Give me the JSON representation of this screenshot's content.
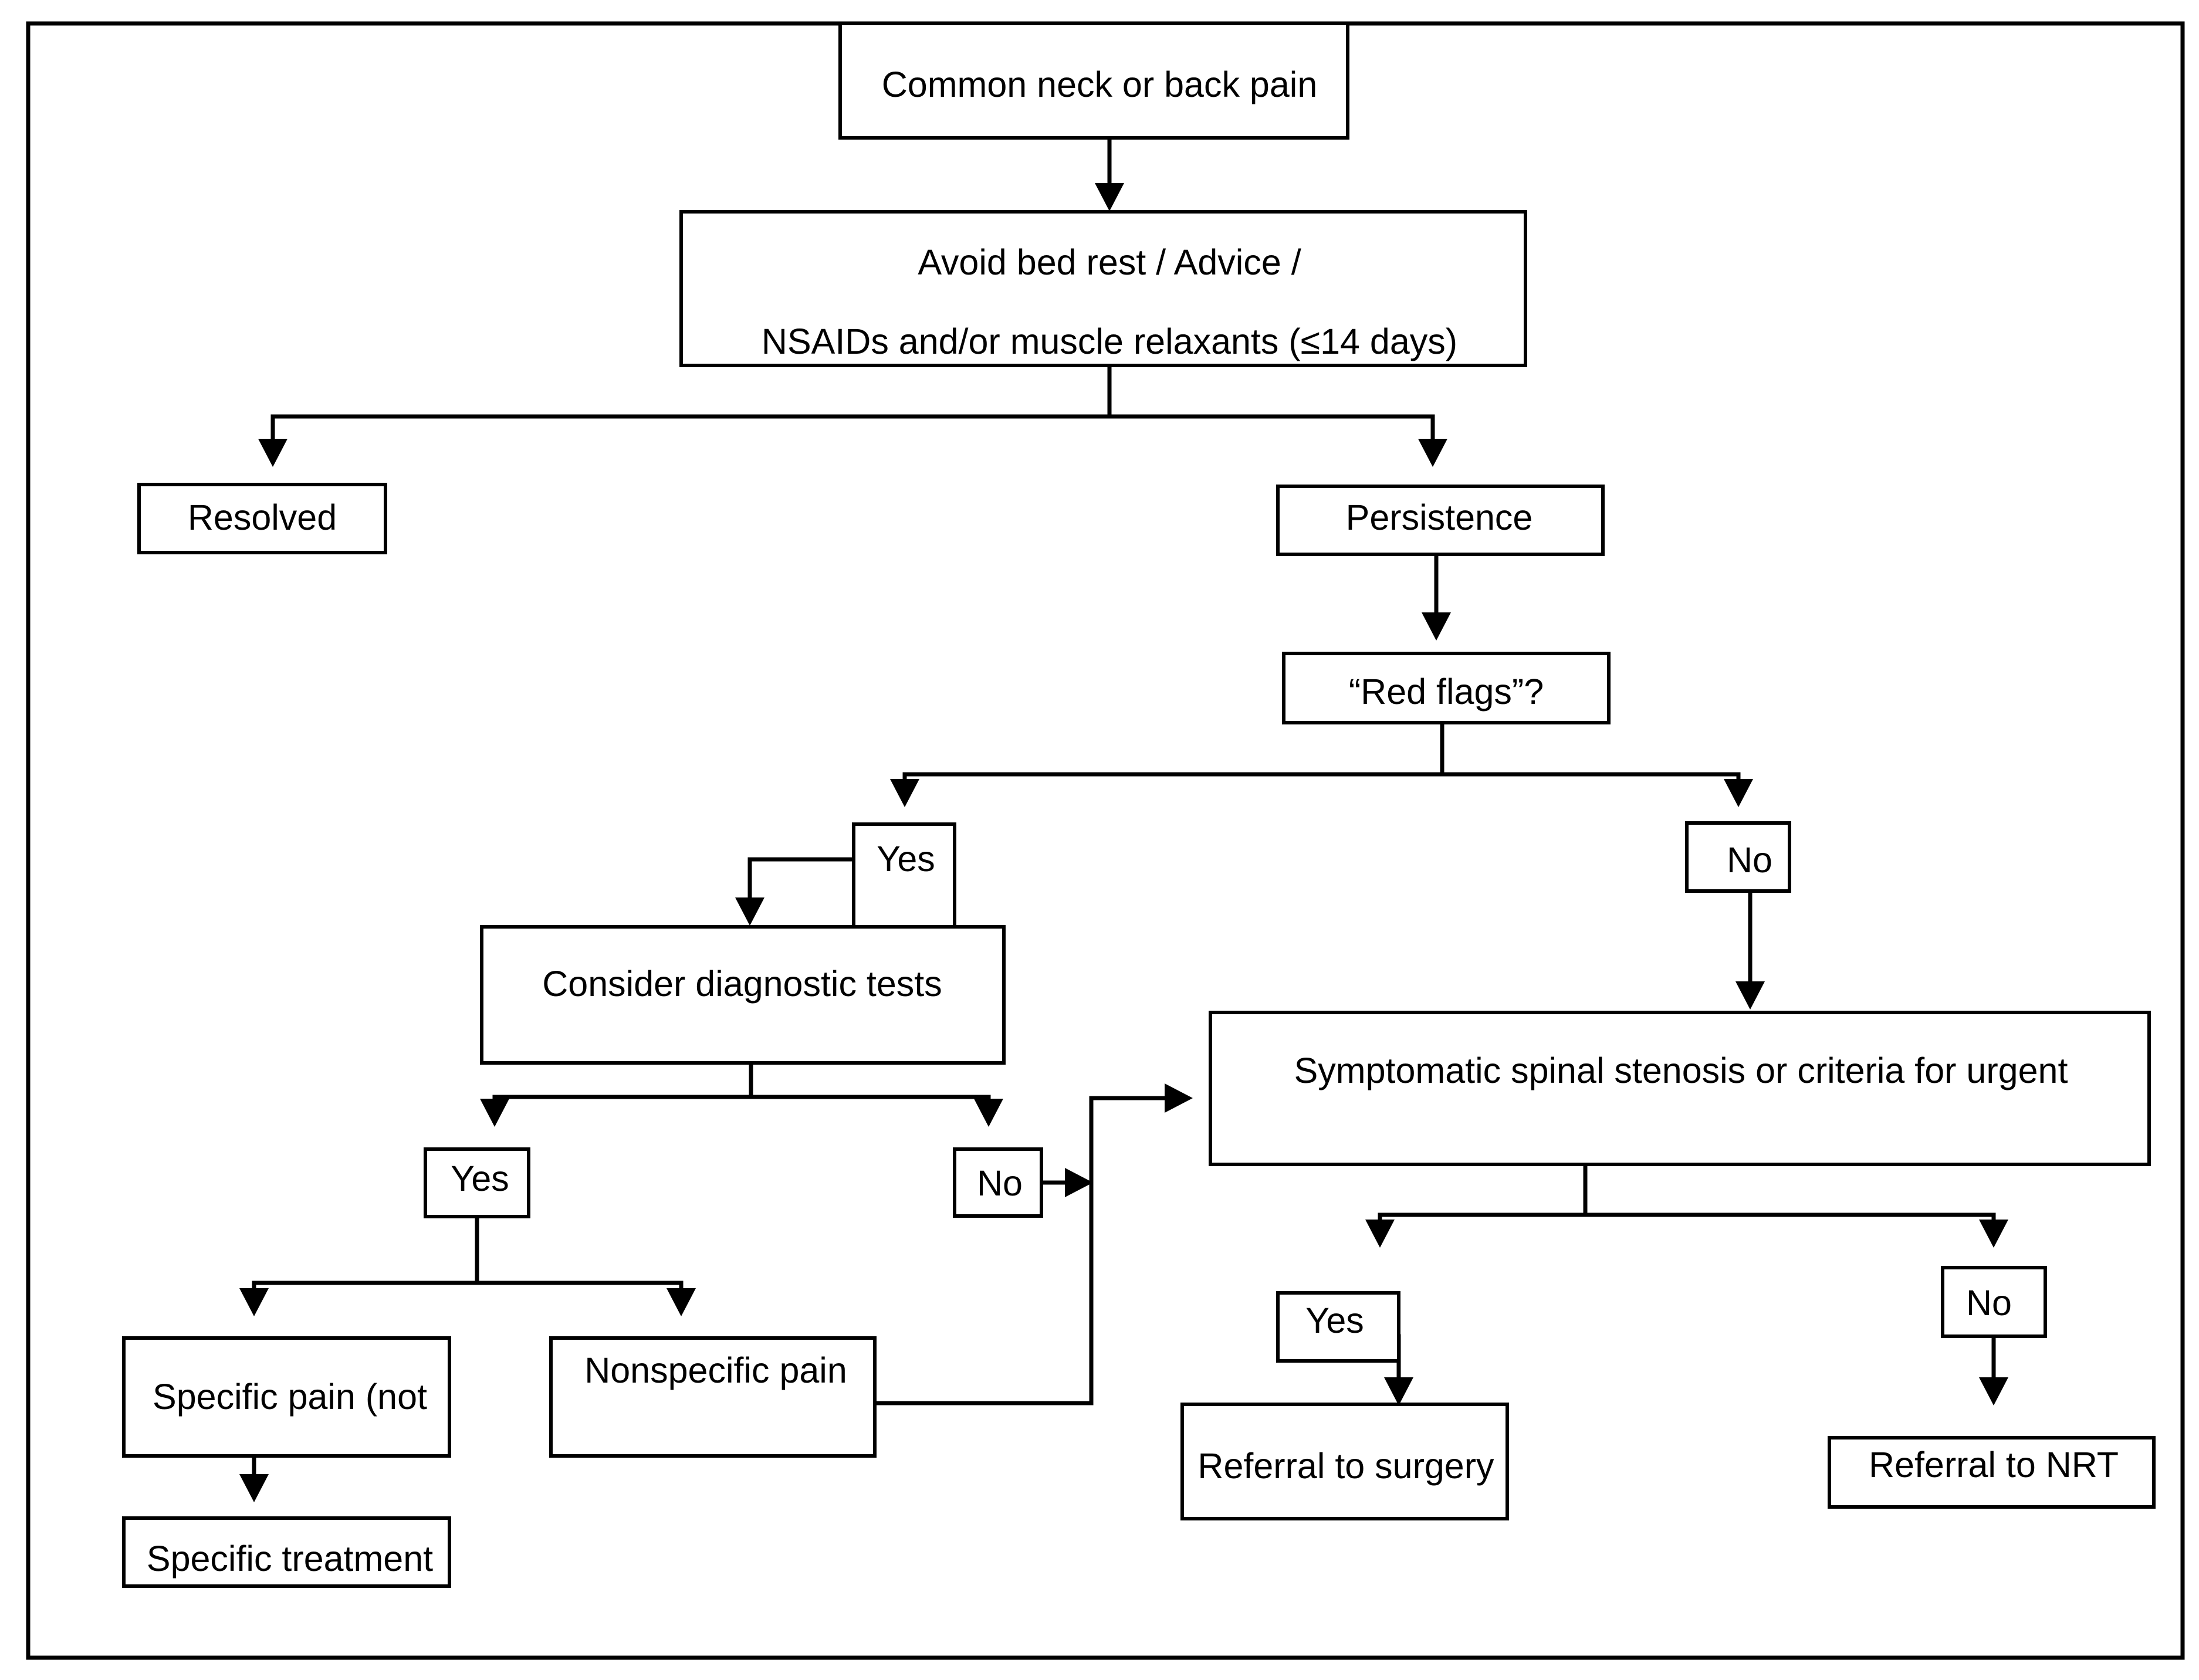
{
  "nodes": {
    "start": "Common neck or back pain",
    "treatment_line1": "Avoid bed rest / Advice /",
    "treatment_line2": "NSAIDs and/or muscle relaxants (≤14 days)",
    "resolved": "Resolved",
    "persistence": "Persistence",
    "red_flags": "“Red flags”?",
    "red_flags_yes": "Yes",
    "red_flags_no": "No",
    "diagnostic_tests": "Consider diagnostic tests",
    "tests_yes": "Yes",
    "tests_no": "No",
    "specific_pain": "Specific pain (not",
    "nonspecific_pain": "Nonspecific pain",
    "specific_treatment": "Specific treatment",
    "stenosis": "Symptomatic spinal stenosis or criteria for urgent",
    "stenosis_yes": "Yes",
    "stenosis_no": "No",
    "referral_surgery": "Referral to surgery",
    "referral_nrt": "Referral to NRT"
  }
}
